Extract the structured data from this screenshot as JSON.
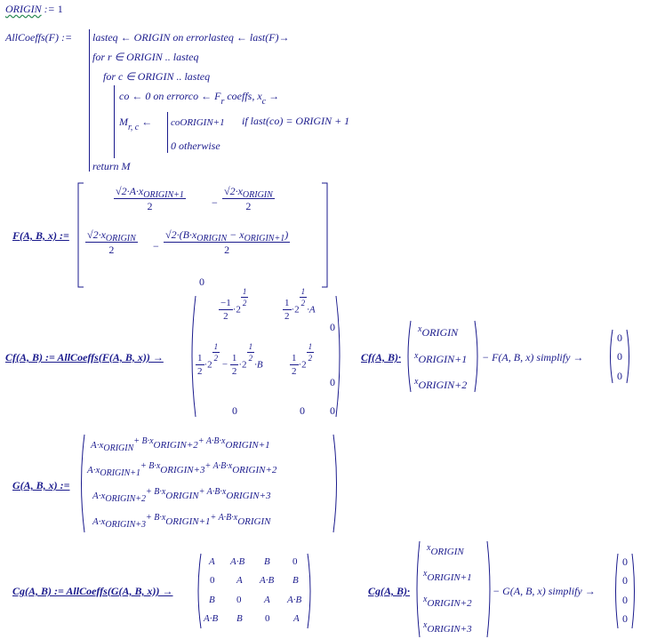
{
  "origin_def": {
    "lhs": "ORIGIN",
    "op": ":=",
    "rhs": "1"
  },
  "allcoeffs": {
    "head": "AllCoeffs(F) :=",
    "lines": [
      "lasteq ← ORIGIN   on errorlasteq ← last(F)→",
      "for  r ∈ ORIGIN .. lasteq",
      "for  c ∈ ORIGIN .. lasteq",
      "co ← 0   on errorco ← F",
      "coeffs, x",
      "→",
      "M",
      "r, c",
      "←",
      "coORIGIN+1",
      "if  last(co) = ORIGIN + 1",
      "0  otherwise",
      "return  M"
    ]
  },
  "F_def": {
    "head": "F(A, B, x) :=",
    "row1": {
      "n1": "√2·A·x",
      "s1": "ORIGIN+1",
      "d1": "2",
      "minus": "−",
      "n2": "√2·x",
      "s2": "ORIGIN",
      "d2": "2"
    },
    "row2": {
      "n1": "√2·x",
      "s1": "ORIGIN",
      "d1": "2",
      "minus": "−",
      "n2a": "√2·(B·x",
      "s2a": "ORIGIN",
      "mid": " − x",
      "s2b": "ORIGIN+1",
      "n2c": ")",
      "d2": "2"
    },
    "row3": "0"
  },
  "Cf_def": {
    "head": "Cf(A, B) := AllCoeffs(F(A, B, x)) →",
    "m": [
      [
        "−1/2·2^(1/2)",
        "1/2·2^(1/2)·A",
        "0"
      ],
      [
        "1/2·2^(1/2) − 1/2·2^(1/2)·B",
        "1/2·2^(1/2)",
        "0"
      ],
      [
        "0",
        "0",
        "0"
      ]
    ],
    "check_lhs": "Cf(A, B)·",
    "vec": [
      "x",
      "ORIGIN",
      "x",
      "ORIGIN+1",
      "x",
      "ORIGIN+2"
    ],
    "check_rhs": "− F(A, B, x)  simplify  →",
    "result": [
      "0",
      "0",
      "0"
    ]
  },
  "G_def": {
    "head": "G(A, B, x) :=",
    "rows": [
      [
        "A·x",
        "ORIGIN",
        "+ B·x",
        "ORIGIN+2",
        "+ A·B·x",
        "ORIGIN+1"
      ],
      [
        "A·x",
        "ORIGIN+1",
        "+ B·x",
        "ORIGIN+3",
        "+ A·B·x",
        "ORIGIN+2"
      ],
      [
        "A·x",
        "ORIGIN+2",
        "+ B·x",
        "ORIGIN",
        "+ A·B·x",
        "ORIGIN+3"
      ],
      [
        "A·x",
        "ORIGIN+3",
        "+ B·x",
        "ORIGIN+1",
        "+ A·B·x",
        "ORIGIN"
      ]
    ]
  },
  "Cg_def": {
    "head": "Cg(A, B) := AllCoeffs(G(A, B, x)) →",
    "m": [
      [
        "A",
        "A·B",
        "B",
        "0"
      ],
      [
        "0",
        "A",
        "A·B",
        "B"
      ],
      [
        "B",
        "0",
        "A",
        "A·B"
      ],
      [
        "A·B",
        "B",
        "0",
        "A"
      ]
    ],
    "check_lhs": "Cg(A, B)·",
    "vec": [
      "ORIGIN",
      "ORIGIN+1",
      "ORIGIN+2",
      "ORIGIN+3"
    ],
    "check_rhs": "− G(A, B, x)  simplify  →",
    "result": [
      "0",
      "0",
      "0",
      "0"
    ]
  }
}
